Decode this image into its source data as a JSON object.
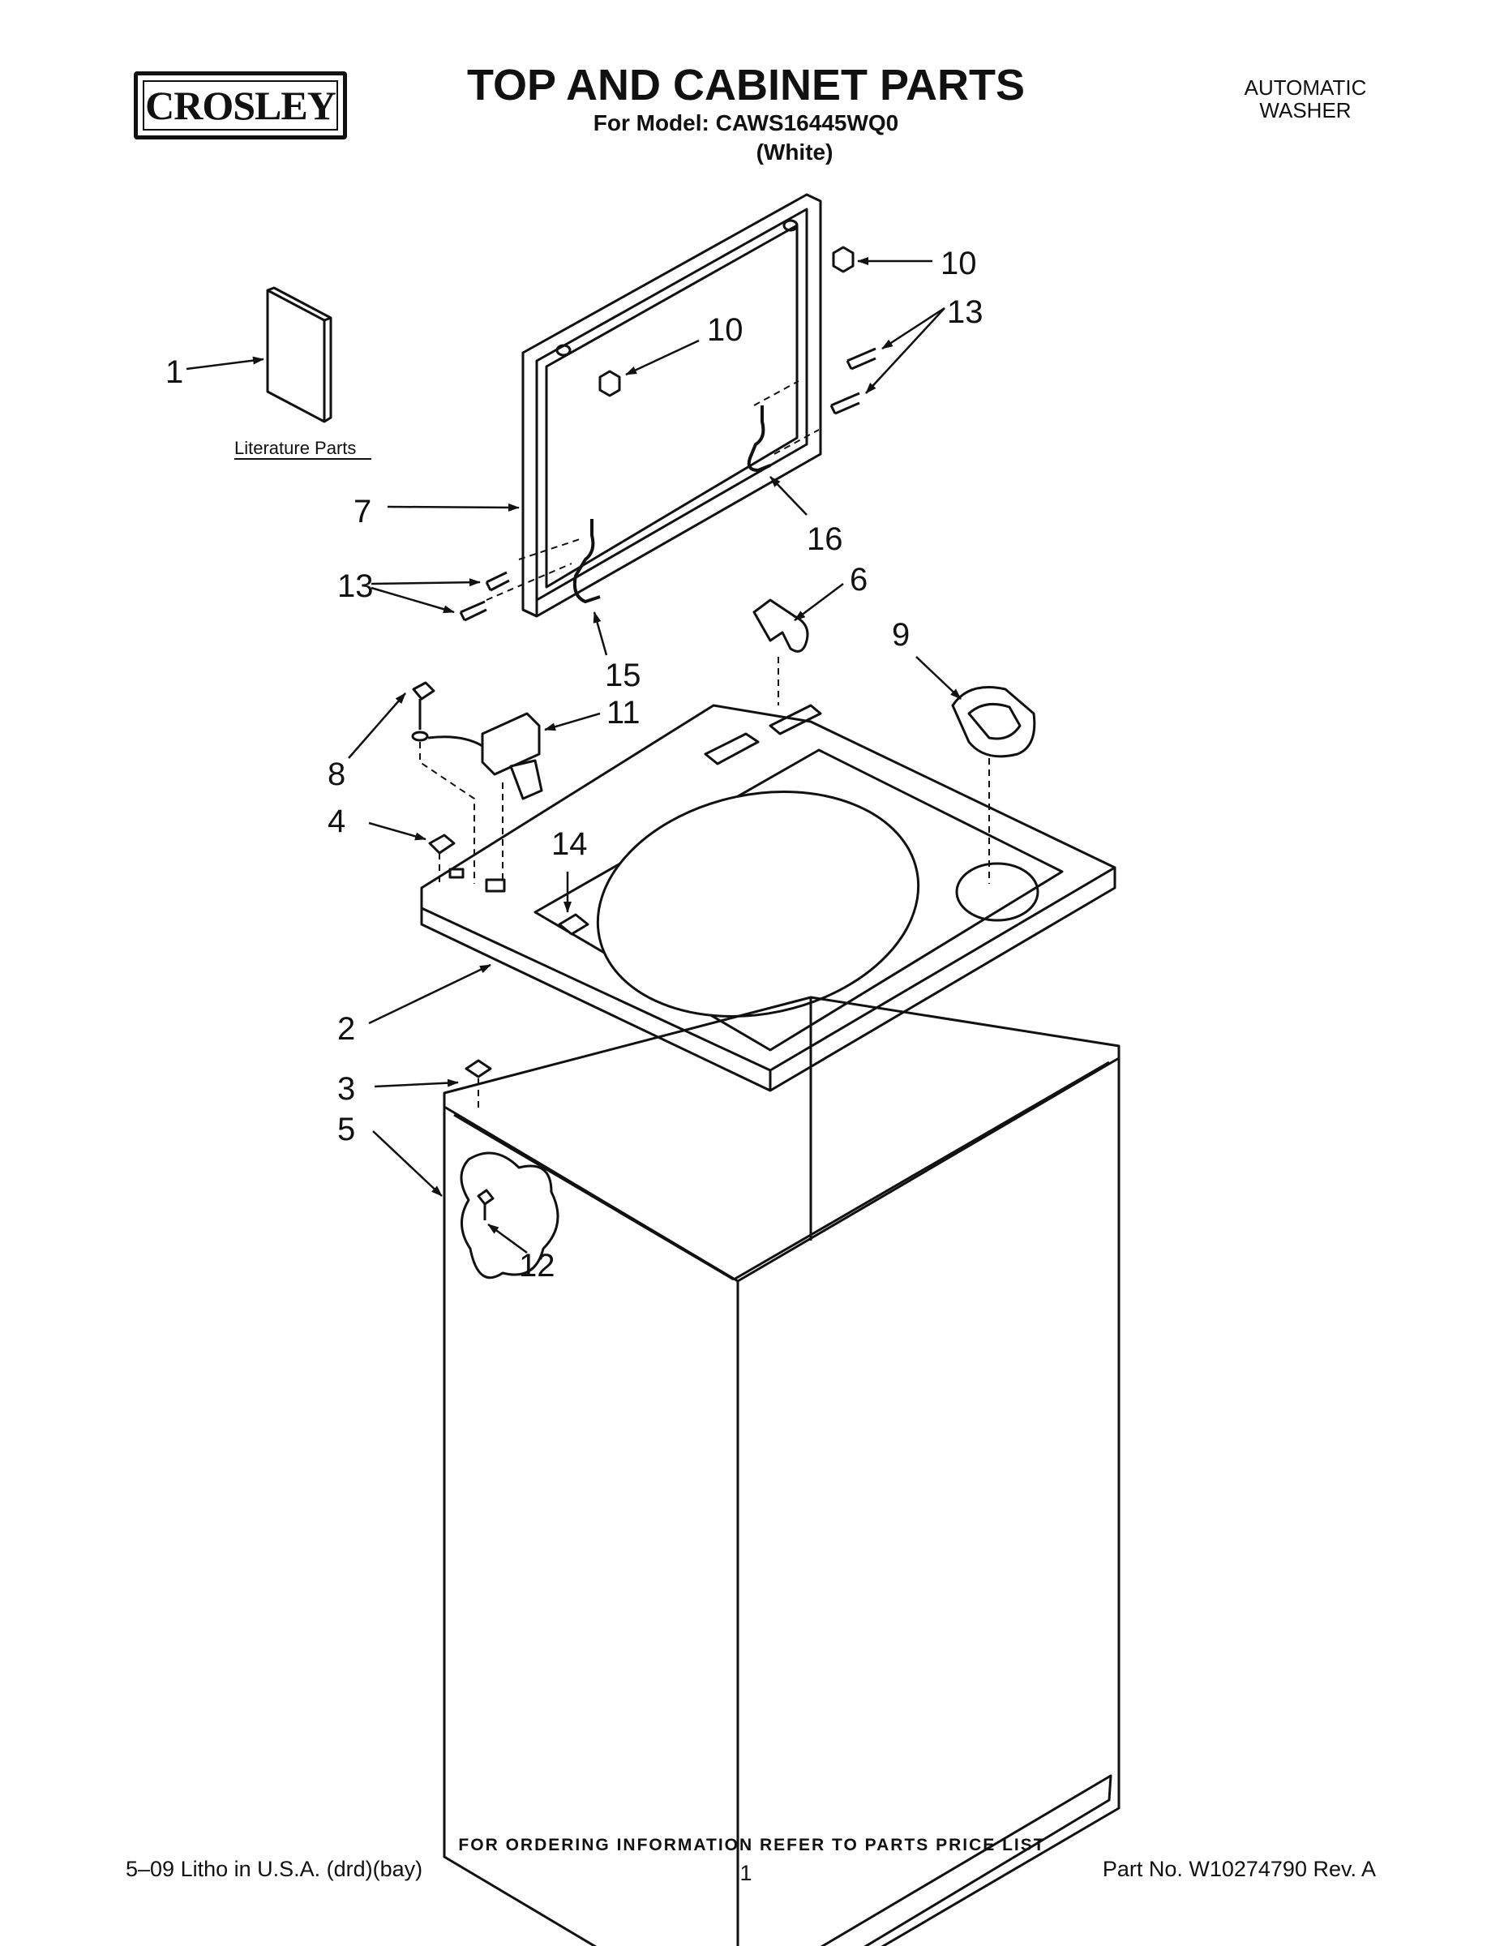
{
  "header": {
    "brand": "CROSLEY",
    "title": "TOP AND CABINET PARTS",
    "model_line": "For Model: CAWS16445WQ0",
    "color_line": "(White)",
    "doc_type_line1": "AUTOMATIC",
    "doc_type_line2": "WASHER"
  },
  "diagram": {
    "literature_label": "Literature Parts",
    "callouts": [
      {
        "id": "c1",
        "label": "1"
      },
      {
        "id": "c2",
        "label": "2"
      },
      {
        "id": "c3",
        "label": "3"
      },
      {
        "id": "c4",
        "label": "4"
      },
      {
        "id": "c5",
        "label": "5"
      },
      {
        "id": "c6",
        "label": "6"
      },
      {
        "id": "c7",
        "label": "7"
      },
      {
        "id": "c8",
        "label": "8"
      },
      {
        "id": "c9",
        "label": "9"
      },
      {
        "id": "c10a",
        "label": "10"
      },
      {
        "id": "c10b",
        "label": "10"
      },
      {
        "id": "c11",
        "label": "11"
      },
      {
        "id": "c12",
        "label": "12"
      },
      {
        "id": "c13a",
        "label": "13"
      },
      {
        "id": "c13b",
        "label": "13"
      },
      {
        "id": "c14",
        "label": "14"
      },
      {
        "id": "c15",
        "label": "15"
      },
      {
        "id": "c16",
        "label": "16"
      }
    ]
  },
  "footer": {
    "ordering_info": "FOR ORDERING INFORMATION REFER TO PARTS PRICE LIST",
    "litho": "5–09 Litho in U.S.A. (drd)(bay)",
    "page_number": "1",
    "part_number": "Part No. W10274790 Rev. A"
  }
}
